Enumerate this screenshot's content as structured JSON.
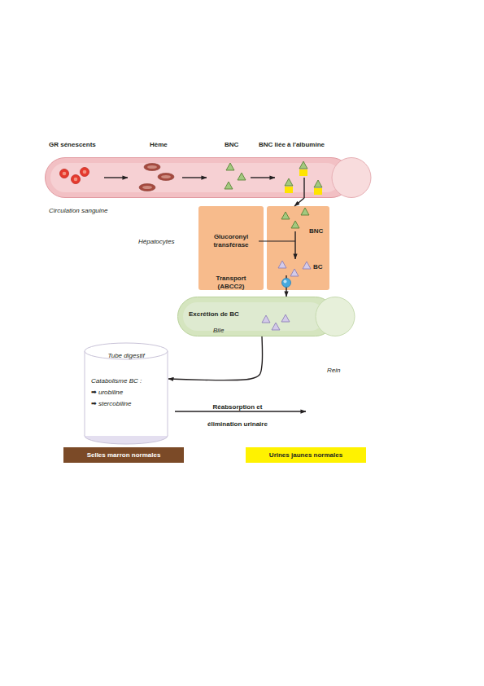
{
  "diagram": {
    "nodes": [
      {
        "text": [
          "Circulation sanguine"
        ]
      },
      {
        "text": [
          "Glucoronyl transférase",
          "Transport (ABCC2)"
        ]
      },
      {
        "text": [
          "BNC",
          "BC"
        ]
      },
      {
        "text": [
          "Excrétion de BC",
          "Bile"
        ]
      },
      {
        "text": [
          "Tube digestif",
          "Catabolisme BC :",
          "➡ urobiline",
          "➡ stercobiline"
        ]
      },
      {
        "text": [
          "Selles marron normales"
        ]
      },
      {
        "text": [
          "Urines jaunes normales"
        ]
      }
    ],
    "edges": [
      {
        "from": 0,
        "to": 2,
        "arrow": "to"
      },
      {
        "from": 2,
        "to": 3,
        "arrow": "to"
      },
      {
        "from": 3,
        "to": 4,
        "arrow": "to"
      }
    ],
    "labels": [
      "GR sénescents",
      "Hème",
      "BNC",
      "BNC liée à l'albumine",
      "Hépatocytes",
      "Rein",
      "Réabsorption et élimination urinaire"
    ]
  }
}
